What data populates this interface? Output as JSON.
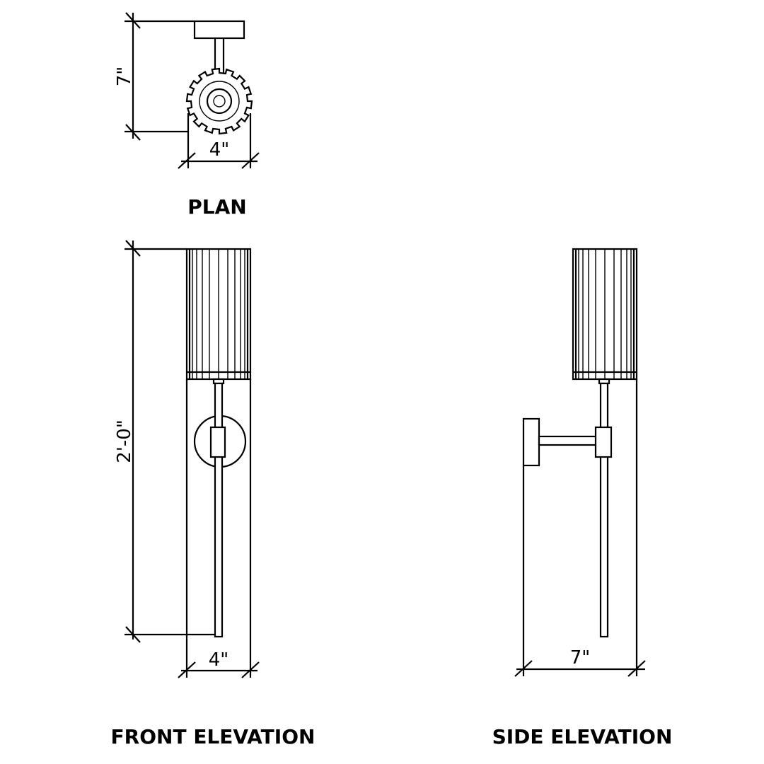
{
  "views": {
    "plan": {
      "title": "PLAN",
      "dims": {
        "depth": "7\"",
        "width": "4\""
      }
    },
    "front": {
      "title": "FRONT ELEVATION",
      "dims": {
        "height": "2'-0\"",
        "width": "4\""
      }
    },
    "side": {
      "title": "SIDE ELEVATION",
      "dims": {
        "depth": "7\""
      }
    }
  },
  "colors": {
    "line": "#000000",
    "background": "#ffffff"
  }
}
